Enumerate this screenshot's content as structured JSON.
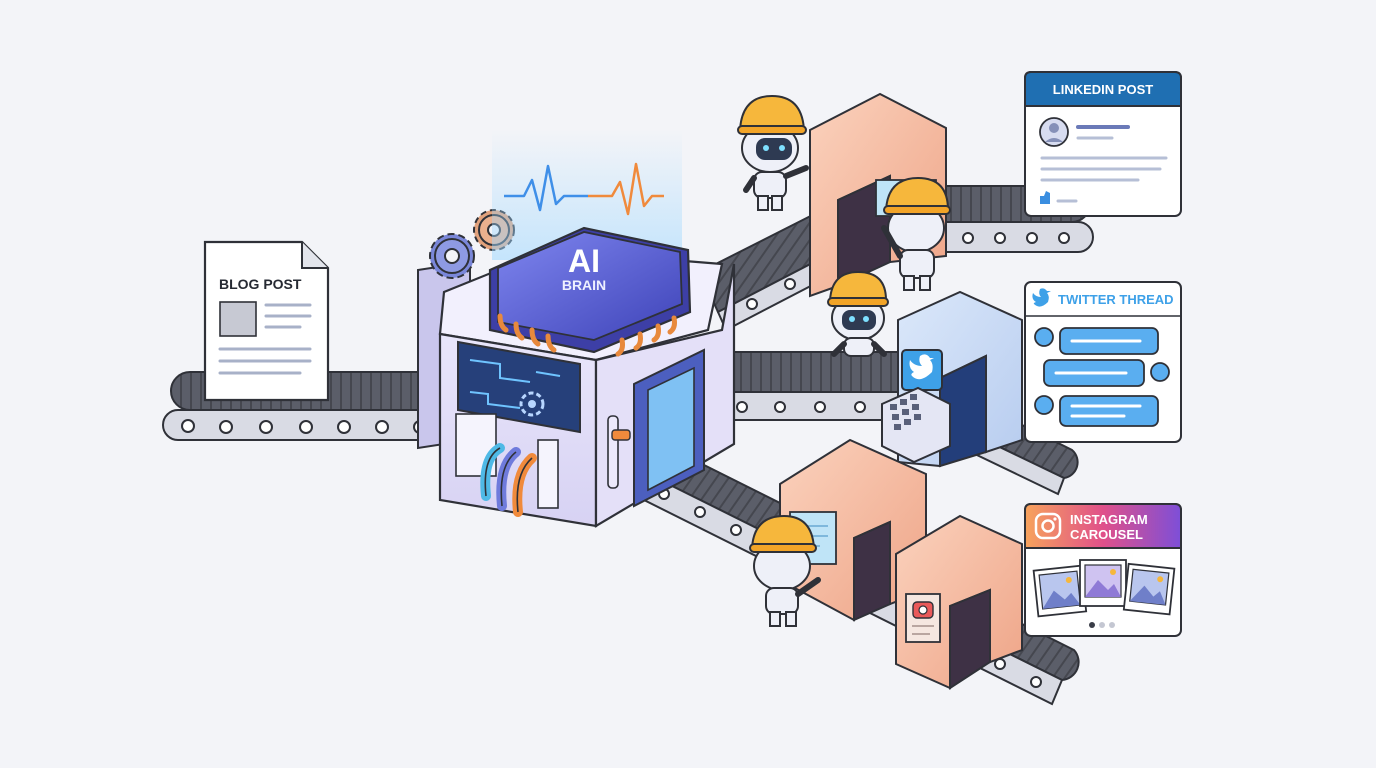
{
  "input_document": {
    "title": "BLOG POST"
  },
  "processor": {
    "line1": "AI",
    "line2": "BRAIN"
  },
  "outputs": {
    "linkedin": {
      "title": "LINKEDIN POST",
      "icon": "linkedin-icon"
    },
    "twitter": {
      "title": "TWITTER THREAD",
      "icon": "twitter-bird-icon"
    },
    "instagram": {
      "title_line1": "INSTAGRAM",
      "title_line2": "CAROUSEL",
      "icon": "instagram-camera-icon"
    }
  },
  "colors": {
    "background": "#f3f4f8",
    "linkedin_blue": "#1f6fb2",
    "twitter_blue": "#3ea1e8",
    "helmet_yellow": "#f6b73c",
    "chip_purple": "#5b63d6",
    "belt_gray": "#5a5d68",
    "arch_peach": "#f4b79b"
  }
}
